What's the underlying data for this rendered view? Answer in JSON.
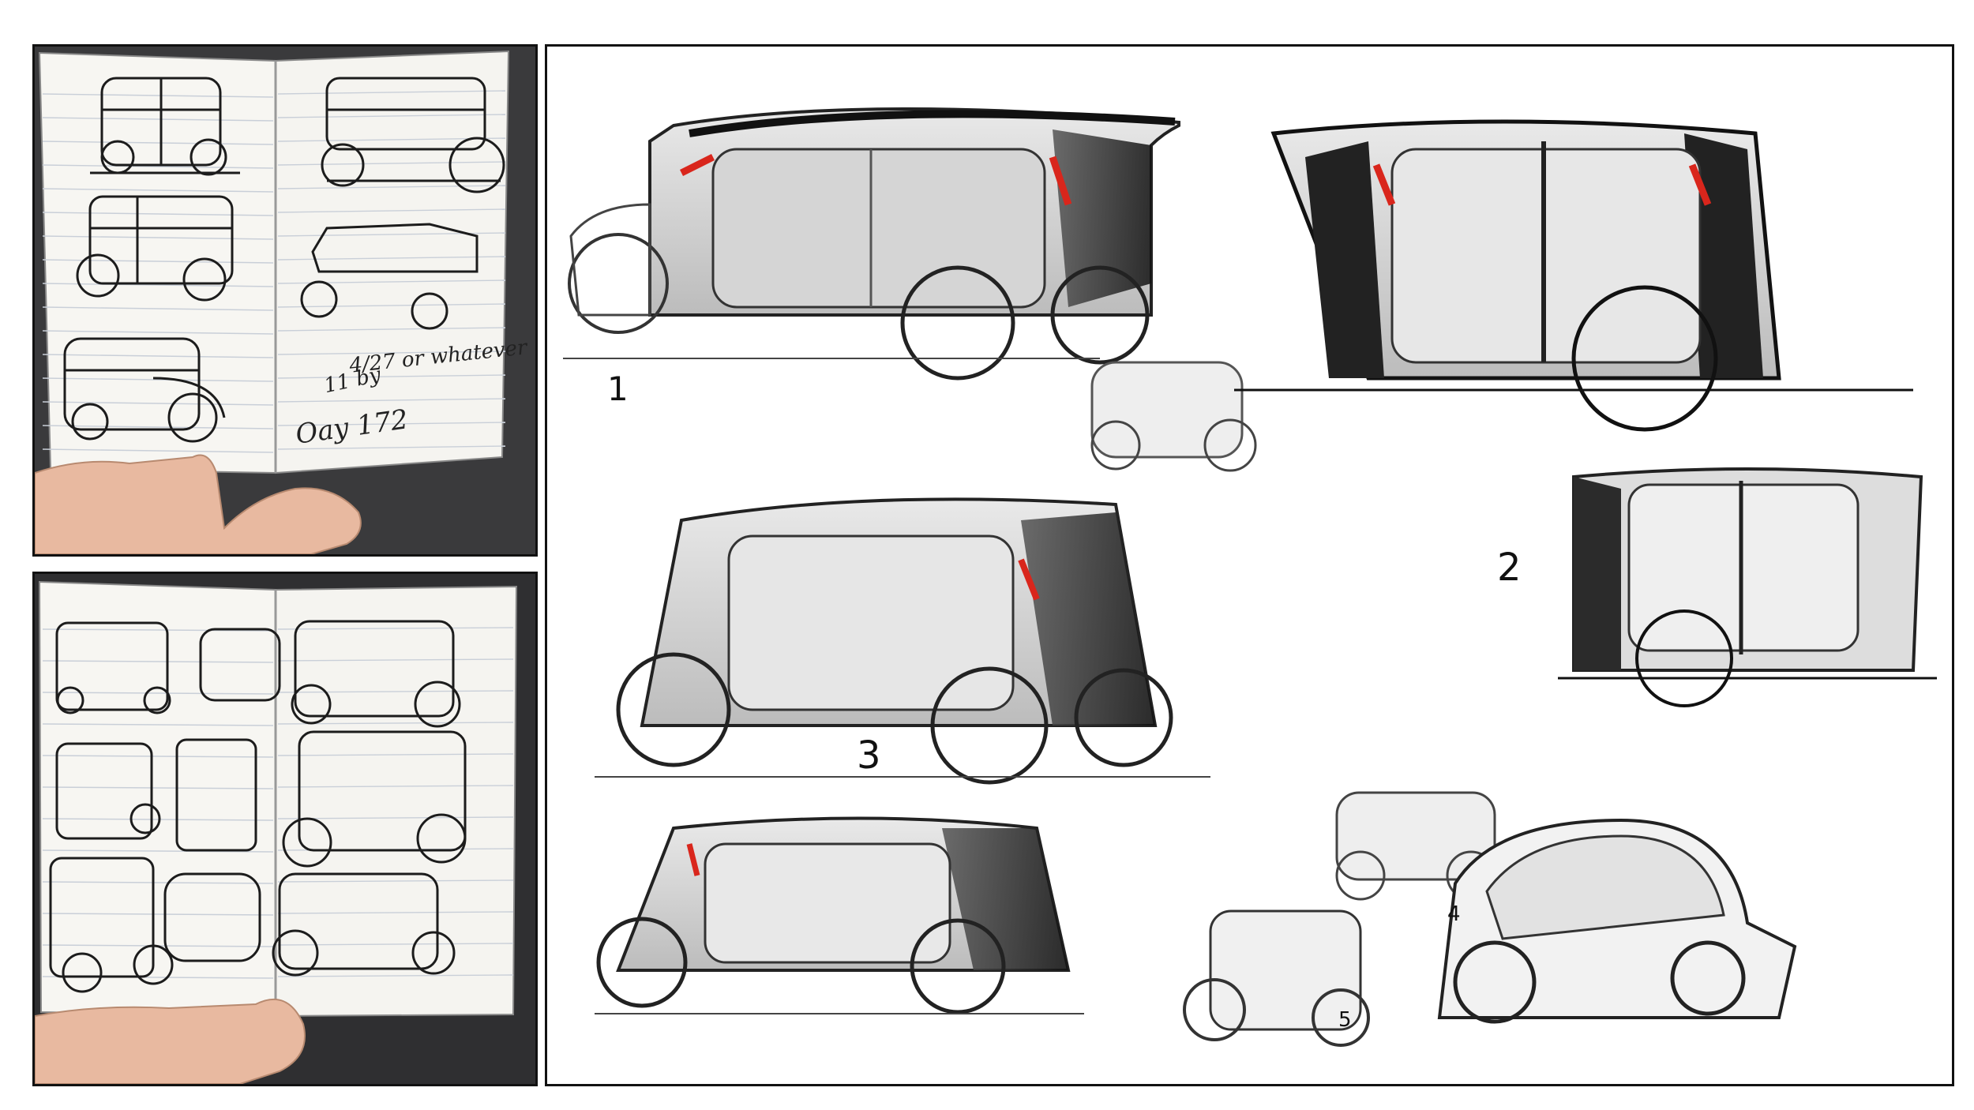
{
  "labels": {
    "one": "1",
    "two": "2",
    "three": "3",
    "four": "4",
    "five": "5"
  },
  "notebook_top": {
    "handwriting_a": "4/27 or whatever",
    "handwriting_b": "11 by",
    "handwriting_c": "Oay 172"
  },
  "colors": {
    "ink": "#1c1c1c",
    "paper": "#f7f6f2",
    "accent_light": "#d9261c",
    "skin": "#e8b9a0"
  },
  "icons": {
    "hand_top": "hand-holding-notebook-icon",
    "hand_bottom": "hand-holding-notebook-icon"
  }
}
